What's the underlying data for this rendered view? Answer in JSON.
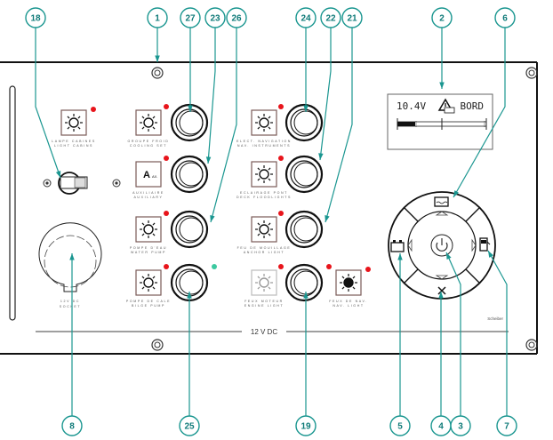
{
  "panel": {
    "voltage_caption": "12 V DC",
    "brand": "Scheiber"
  },
  "display": {
    "voltage": "10.4V",
    "mode": "BORD",
    "warning_icon": "warning-battery-icon",
    "bar_level": 0.2
  },
  "switches": [
    {
      "id": "light-cabins",
      "label_fr": "LAMPE CABINES",
      "label_en": "LIGHT CABINS",
      "icon": "light-bulb-icon",
      "led": "red"
    },
    {
      "id": "cooling-set",
      "label_fr": "GROUPE FROID",
      "label_en": "COOLING SET",
      "icon": "snowflake-icon",
      "led": "red"
    },
    {
      "id": "auxiliary",
      "label_fr": "AUXILIAIRE",
      "label_en": "AUXILIARY",
      "icon": "auxiliary-icon",
      "icon_text": "A",
      "icon_sub": "AX.",
      "led": "red"
    },
    {
      "id": "water-pump",
      "label_fr": "POMPE D'EAU",
      "label_en": "WATER PUMP",
      "icon": "tap-icon",
      "led": "red"
    },
    {
      "id": "bilge-pump",
      "label_fr": "POMPE DE CALE",
      "label_en": "BILGE PUMP",
      "icon": "bilge-pump-icon",
      "led": "red",
      "led2": "green"
    },
    {
      "id": "nav-instruments",
      "label_fr": "ELECT. NAVIGATION",
      "label_en": "NAV. INSTRUMENTS",
      "icon": "compass-icon",
      "led": "red"
    },
    {
      "id": "deck-floodlights",
      "label_fr": "ECLAIRAGE PONT",
      "label_en": "DECK FLOODLIGHTS",
      "icon": "sailboat-sun-icon",
      "led": "red"
    },
    {
      "id": "anchor-light",
      "label_fr": "FEU DE MOUILLAGE",
      "label_en": "ANCHOR LIGHT",
      "icon": "anchor-light-icon",
      "led": "red"
    },
    {
      "id": "engine-light",
      "label_fr": "FEUX MOTEUR",
      "label_en": "ENGINE LIGHT",
      "icon": "engine-light-icon",
      "led": "red"
    },
    {
      "id": "nav-light",
      "label_fr": "FEUX DE NAV.",
      "label_en": "NAV. LIGHT",
      "icon": "nav-light-icon",
      "led": "red"
    }
  ],
  "socket": {
    "label_fr": "12V DC",
    "label_en": "SOCKET"
  },
  "callouts": [
    "18",
    "1",
    "27",
    "23",
    "26",
    "24",
    "22",
    "21",
    "2",
    "6",
    "8",
    "25",
    "19",
    "5",
    "4",
    "3",
    "7"
  ],
  "colors": {
    "accent": "#1a9690",
    "accent_text": "#0e7a78",
    "led_red": "#e8141b",
    "led_green": "#3cc9a0",
    "icon_box_border": "#7a5a58",
    "panel_border": "#111111"
  }
}
